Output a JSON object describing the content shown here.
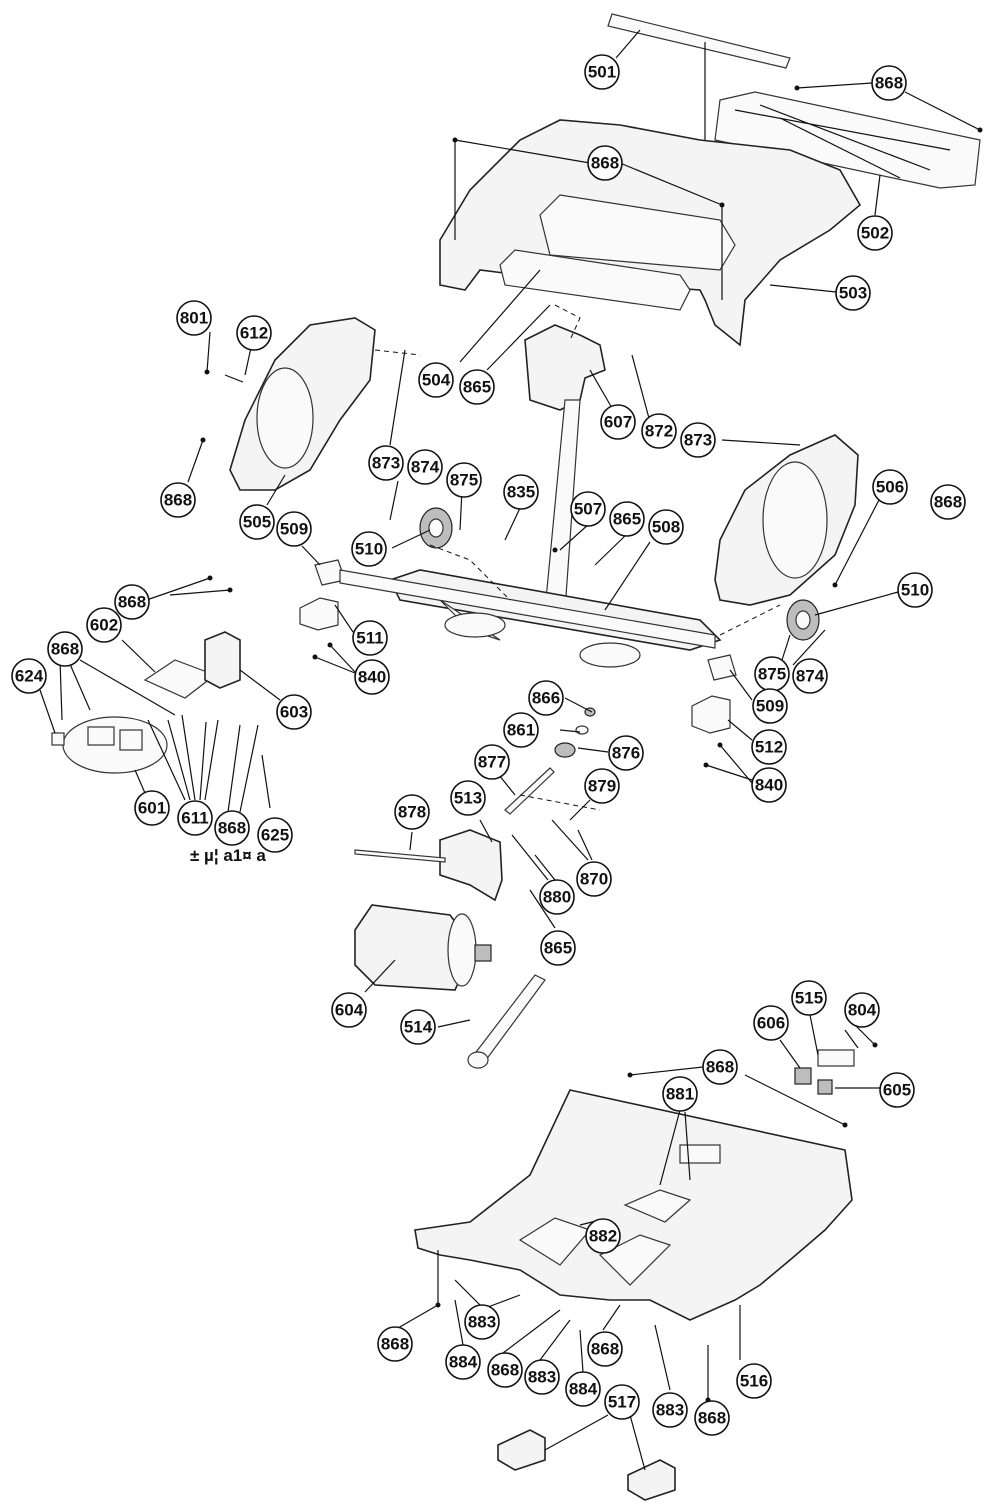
{
  "callouts": [
    {
      "id": "c501",
      "label": "501"
    },
    {
      "id": "c868a",
      "label": "868"
    },
    {
      "id": "c868b",
      "label": "868"
    },
    {
      "id": "c502",
      "label": "502"
    },
    {
      "id": "c503",
      "label": "503"
    },
    {
      "id": "c504",
      "label": "504"
    },
    {
      "id": "c865a",
      "label": "865"
    },
    {
      "id": "c607",
      "label": "607"
    },
    {
      "id": "c872",
      "label": "872"
    },
    {
      "id": "c873a",
      "label": "873"
    },
    {
      "id": "c801",
      "label": "801"
    },
    {
      "id": "c612",
      "label": "612"
    },
    {
      "id": "c868c",
      "label": "868"
    },
    {
      "id": "c505",
      "label": "505"
    },
    {
      "id": "c873b",
      "label": "873"
    },
    {
      "id": "c874a",
      "label": "874"
    },
    {
      "id": "c875a",
      "label": "875"
    },
    {
      "id": "c509a",
      "label": "509"
    },
    {
      "id": "c510a",
      "label": "510"
    },
    {
      "id": "c835",
      "label": "835"
    },
    {
      "id": "c507",
      "label": "507"
    },
    {
      "id": "c865b",
      "label": "865"
    },
    {
      "id": "c508",
      "label": "508"
    },
    {
      "id": "c506",
      "label": "506"
    },
    {
      "id": "c868d",
      "label": "868"
    },
    {
      "id": "c510b",
      "label": "510"
    },
    {
      "id": "c868e",
      "label": "868"
    },
    {
      "id": "c602",
      "label": "602"
    },
    {
      "id": "c868f",
      "label": "868"
    },
    {
      "id": "c624",
      "label": "624"
    },
    {
      "id": "c511",
      "label": "511"
    },
    {
      "id": "c840a",
      "label": "840"
    },
    {
      "id": "c603",
      "label": "603"
    },
    {
      "id": "c875b",
      "label": "875"
    },
    {
      "id": "c874b",
      "label": "874"
    },
    {
      "id": "c509b",
      "label": "509"
    },
    {
      "id": "c866",
      "label": "866"
    },
    {
      "id": "c861",
      "label": "861"
    },
    {
      "id": "c876",
      "label": "876"
    },
    {
      "id": "c512",
      "label": "512"
    },
    {
      "id": "c840b",
      "label": "840"
    },
    {
      "id": "c877",
      "label": "877"
    },
    {
      "id": "c601",
      "label": "601"
    },
    {
      "id": "c611",
      "label": "611"
    },
    {
      "id": "c868g",
      "label": "868"
    },
    {
      "id": "c625",
      "label": "625"
    },
    {
      "id": "c878",
      "label": "878"
    },
    {
      "id": "c513",
      "label": "513"
    },
    {
      "id": "c879",
      "label": "879"
    },
    {
      "id": "c870",
      "label": "870"
    },
    {
      "id": "c880",
      "label": "880"
    },
    {
      "id": "c865c",
      "label": "865"
    },
    {
      "id": "c604",
      "label": "604"
    },
    {
      "id": "c514",
      "label": "514"
    },
    {
      "id": "c515",
      "label": "515"
    },
    {
      "id": "c804",
      "label": "804"
    },
    {
      "id": "c606",
      "label": "606"
    },
    {
      "id": "c868h",
      "label": "868"
    },
    {
      "id": "c605",
      "label": "605"
    },
    {
      "id": "c881",
      "label": "881"
    },
    {
      "id": "c882",
      "label": "882"
    },
    {
      "id": "c868i",
      "label": "868"
    },
    {
      "id": "c883a",
      "label": "883"
    },
    {
      "id": "c884a",
      "label": "884"
    },
    {
      "id": "c868j",
      "label": "868"
    },
    {
      "id": "c883b",
      "label": "883"
    },
    {
      "id": "c884b",
      "label": "884"
    },
    {
      "id": "c868k",
      "label": "868"
    },
    {
      "id": "c516",
      "label": "516"
    },
    {
      "id": "c517",
      "label": "517"
    },
    {
      "id": "c883c",
      "label": "883"
    },
    {
      "id": "c868l",
      "label": "868"
    }
  ],
  "garbled_note": "± µ¦ a1¤ a"
}
